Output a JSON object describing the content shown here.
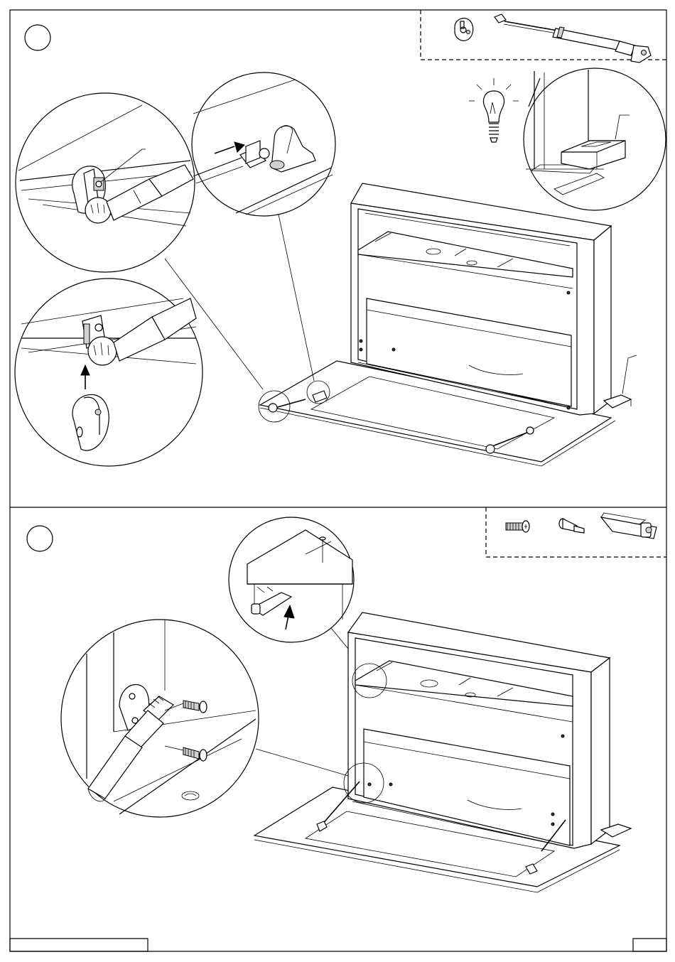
{
  "page": {
    "title": "",
    "step_1_label": "",
    "step_2_label": "",
    "footer_left": "",
    "footer_right": ""
  },
  "steps": [
    {
      "parts_box": {
        "items": [
          "gas-strut-bracket",
          "gas-strut"
        ]
      },
      "callouts": [
        "strut-ball-end-detail",
        "strut-bracket-push-on-detail",
        "strut-clip-up-detail",
        "spacer-block-detail"
      ],
      "tip_icon": "lightbulb-icon"
    },
    {
      "parts_box": {
        "items": [
          "screw",
          "dowel-pin",
          "catch-clip"
        ]
      },
      "callouts": [
        "catch-clip-install-detail",
        "strut-screw-fixing-detail"
      ]
    }
  ],
  "colors": {
    "line": "#000000",
    "background": "#ffffff"
  }
}
